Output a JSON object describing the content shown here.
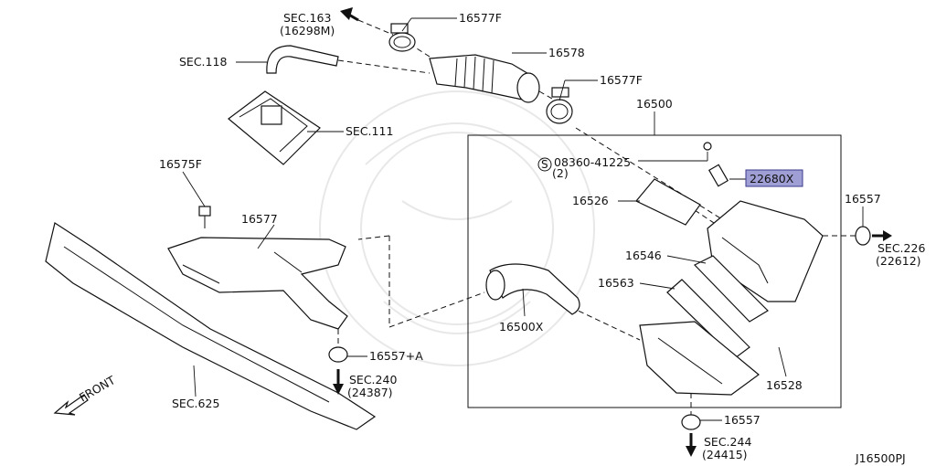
{
  "labels": {
    "sec163": "SEC.163",
    "sec163_sub": "(16298M)",
    "p16577f_top": "16577F",
    "p16578": "16578",
    "sec118": "SEC.118",
    "p16577f_mid": "16577F",
    "p16500": "16500",
    "sec111": "SEC.111",
    "bolt_code": "08360-41225",
    "bolt_s": "S",
    "bolt_qty": "(2)",
    "p22680x": "22680X",
    "p16575f": "16575F",
    "p16526": "16526",
    "p16557_right": "16557",
    "p16577": "16577",
    "sec226": "SEC.226",
    "sec226_sub": "(22612)",
    "p16546": "16546",
    "p16563": "16563",
    "p16500x": "16500X",
    "p16557a": "16557+A",
    "sec240": "SEC.240",
    "sec240_sub": "(24387)",
    "front": "FRONT",
    "sec625": "SEC.625",
    "p16528": "16528",
    "p16557_bottom": "16557",
    "sec244": "SEC.244",
    "sec244_sub": "(24415)",
    "diagram_code": "J16500PJ"
  },
  "highlight_color": "#9f9fd6"
}
